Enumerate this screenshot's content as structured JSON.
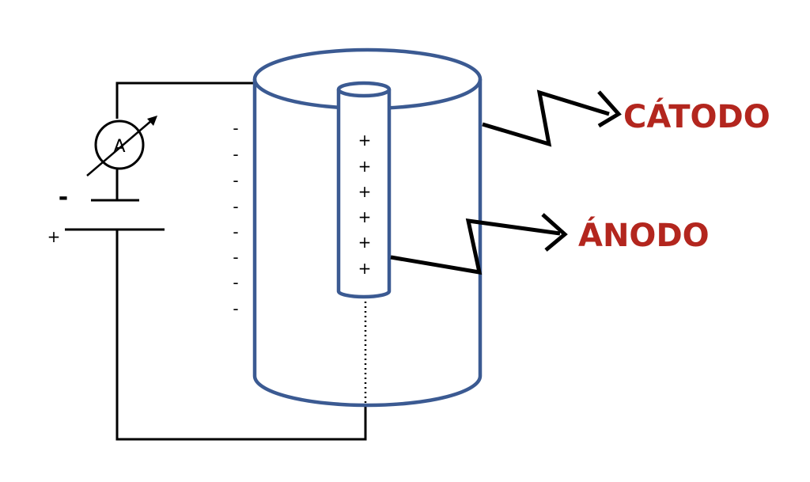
{
  "labels": {
    "cathode": "CÁTODO",
    "anode": "ÁNODO",
    "ammeter": "A"
  },
  "battery": {
    "negative": "-",
    "positive": "+"
  },
  "charges": {
    "inner": [
      "+",
      "+",
      "+",
      "+",
      "+",
      "+"
    ],
    "outer": [
      "-",
      "-",
      "-",
      "-",
      "-",
      "-",
      "-",
      "-"
    ]
  },
  "colors": {
    "cylinder": "#3b5a92",
    "label": "#b3261e",
    "wire": "#000000"
  }
}
